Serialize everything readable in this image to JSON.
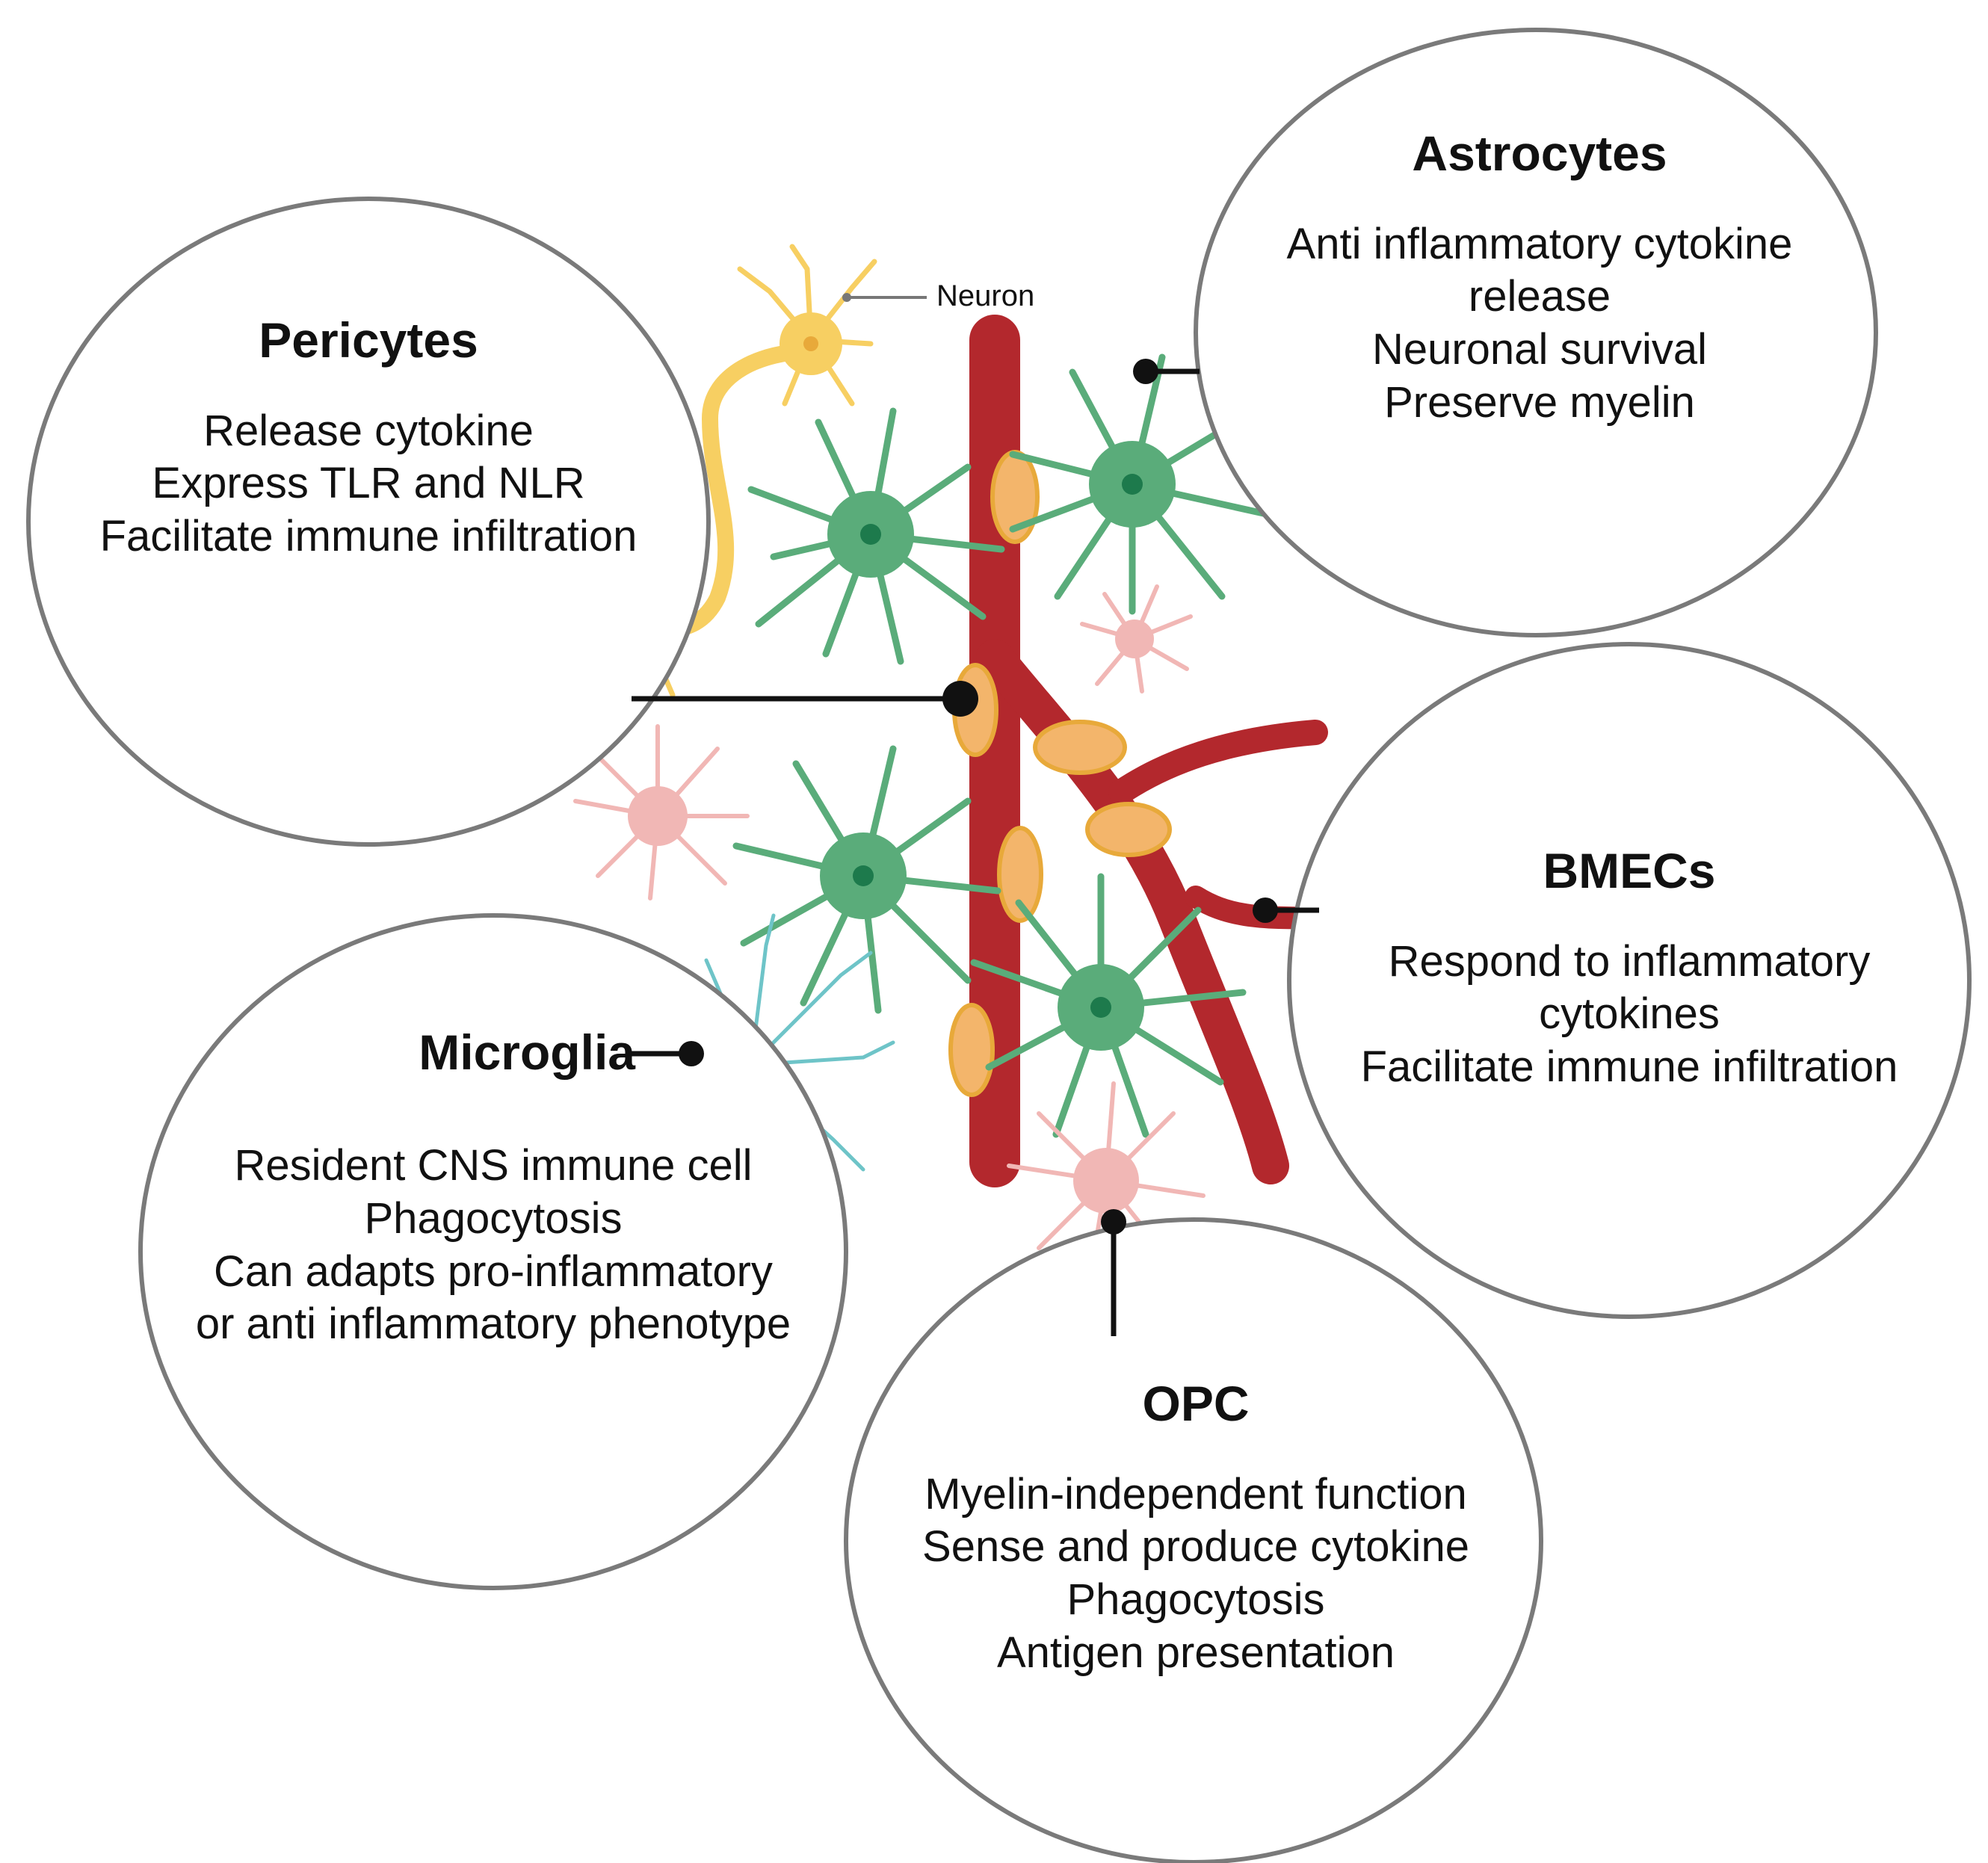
{
  "colors": {
    "vessel": "#b3282d",
    "vessel_dark": "#8f1c22",
    "astrocyte": "#5aac7a",
    "astrocyte_nucleus": "#1d7a4c",
    "pericyte": "#f3b56b",
    "pericyte_process": "#e8a93a",
    "neuron": "#f7cf62",
    "microglia": "#6ec4c8",
    "opc": "#f1b7b5",
    "circle_stroke": "#7a7a7a",
    "connector": "#111111"
  },
  "labels": {
    "neuron": "Neuron"
  },
  "cells": {
    "pericytes": {
      "title": "Pericytes",
      "lines": [
        "Release cytokine",
        "Express TLR and NLR",
        "Facilitate immune infiltration"
      ]
    },
    "astrocytes": {
      "title": "Astrocytes",
      "lines": [
        "Anti inflammatory cytokine",
        "release",
        "Neuronal survival",
        "Preserve myelin"
      ]
    },
    "bmecs": {
      "title": "BMECs",
      "lines": [
        "Respond to inflammatory",
        "cytokines",
        "Facilitate immune infiltration"
      ]
    },
    "microglia": {
      "title": "Microglia",
      "lines": [
        "Resident CNS immune cell",
        "Phagocytosis",
        "Can adapts pro-inflammatory",
        "or anti inflammatory phenotype"
      ]
    },
    "opc": {
      "title": "OPC",
      "lines": [
        "Myelin-independent function",
        "Sense and produce cytokine",
        "Phagocytosis",
        "Antigen presentation"
      ]
    }
  }
}
